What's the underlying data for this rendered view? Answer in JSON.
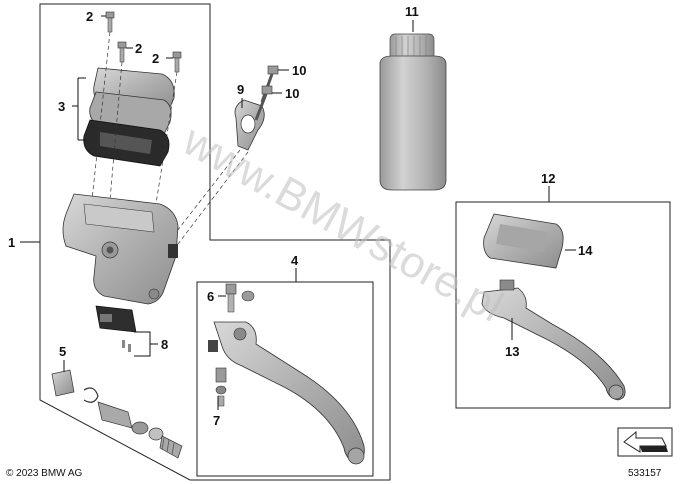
{
  "watermark": "www.BMWstore.pl",
  "copyright": "© 2023 BMW AG",
  "diagram_number": "533157",
  "callouts": {
    "c1": "1",
    "c2a": "2",
    "c2b": "2",
    "c2c": "2",
    "c3": "3",
    "c4": "4",
    "c5": "5",
    "c6": "6",
    "c7": "7",
    "c8": "8",
    "c9": "9",
    "c10a": "10",
    "c10b": "10",
    "c11": "11",
    "c12": "12",
    "c13": "13",
    "c14": "14"
  },
  "colors": {
    "metal": "#b9b9b9",
    "metal_dark": "#8a8a8a",
    "rubber": "#2a2a2a",
    "outline": "#222222"
  }
}
